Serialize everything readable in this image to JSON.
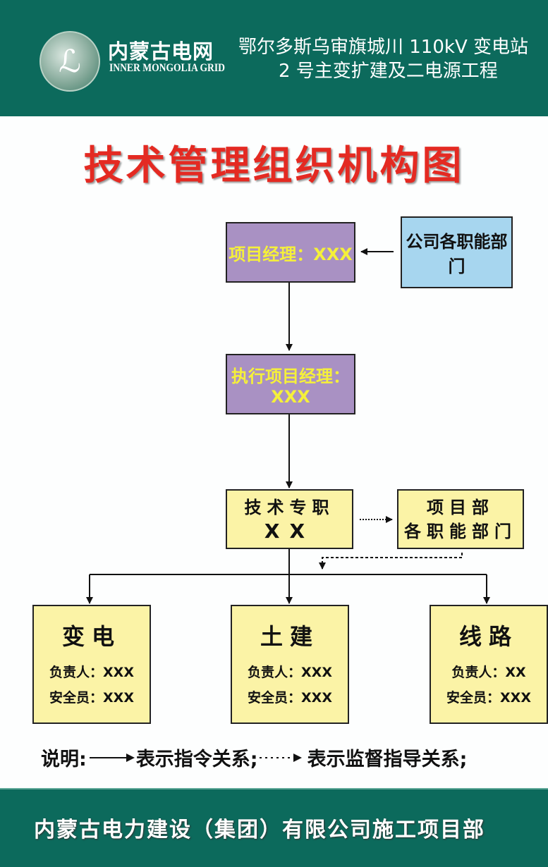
{
  "header": {
    "logo_text": "内蒙古电网 INNER MONGOLIA GRID",
    "brand_cn": "内蒙古电网",
    "brand_en": "INNER MONGOLIA GRID",
    "project_line1": "鄂尔多斯乌审旗城川 110kV 变电站",
    "project_line2": "2 号主变扩建及二电源工程"
  },
  "title": "技术管理组织机构图",
  "nodes": {
    "project_manager": "项目经理：XXX",
    "company_departments": "公司各职能部门",
    "exec_manager": "执行项目经理：XXX",
    "tech_staff_line1": "技术专职",
    "tech_staff_line2": "XX",
    "project_depts_line1": "项目部",
    "project_depts_line2": "各职能部门"
  },
  "teams": [
    {
      "name": "变电",
      "lead": "负责人：XXX",
      "safety": "安全员：XXX"
    },
    {
      "name": "土建",
      "lead": "负责人：XXX",
      "safety": "安全员：XXX"
    },
    {
      "name": "线路",
      "lead": "负责人：XX",
      "safety": "安全员：XXX"
    }
  ],
  "legend": {
    "prefix": "说明:",
    "solid": "表示指令关系;",
    "dotted": "表示监督指导关系;"
  },
  "footer": "内蒙古电力建设（集团）有限公司施工项目部",
  "colors": {
    "header_green": "#0c6a5c",
    "title_red": "#e42a22",
    "purple": "#a991c3",
    "blue": "#a7d6ef",
    "yellow": "#fbf3a6"
  }
}
